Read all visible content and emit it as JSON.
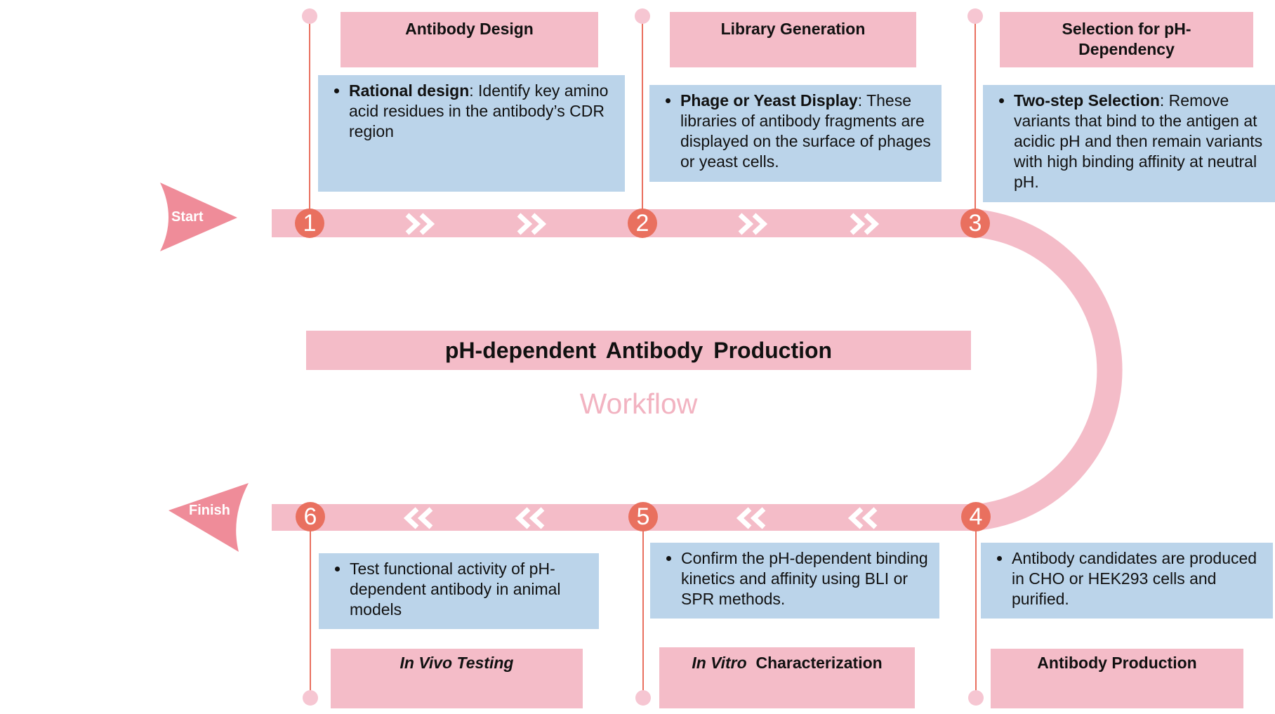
{
  "title": "pH-dependent  Antibody  Production",
  "subtitle": "Workflow",
  "start_label": "Start",
  "finish_label": "Finish",
  "colors": {
    "pink": "#f4bcc8",
    "blue": "#bbd4ea",
    "node": "#e9705f",
    "band": "#f4bcc8"
  },
  "steps": [
    {
      "number": "1",
      "title": "Antibody Design",
      "title_italic": "",
      "bold_lead": "Rational design",
      "text": ": Identify key amino acid residues in the antibody’s CDR region"
    },
    {
      "number": "2",
      "title": "Library Generation",
      "title_italic": "",
      "bold_lead": "Phage or Yeast Display",
      "text": ": These libraries of antibody fragments are displayed on the surface of phages or yeast cells."
    },
    {
      "number": "3",
      "title": "Selection for pH-Dependency",
      "title_italic": "",
      "bold_lead": "Two-step Selection",
      "text": ": Remove variants that bind to the antigen at acidic pH and then remain variants with high binding affinity at neutral pH."
    },
    {
      "number": "4",
      "title": "Antibody Production",
      "title_italic": "",
      "bold_lead": "",
      "text": "Antibody candidates are produced in CHO or HEK293 cells and purified."
    },
    {
      "number": "5",
      "title": "Characterization",
      "title_italic": "In Vitro",
      "bold_lead": "",
      "text": "Confirm the pH-dependent binding kinetics and affinity using BLI or SPR methods."
    },
    {
      "number": "6",
      "title": "Testing",
      "title_italic": "In Vivo",
      "bold_lead": "",
      "text": "Test functional activity of pH-dependent antibody in animal models"
    }
  ]
}
